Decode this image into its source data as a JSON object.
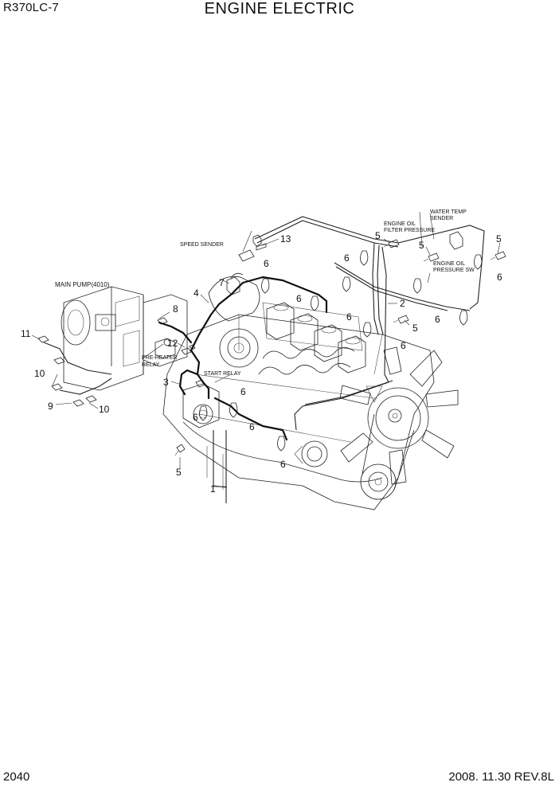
{
  "header": {
    "model": "R370LC-7",
    "title": "ENGINE ELECTRIC"
  },
  "footer": {
    "page_number": "2040",
    "revision": "2008. 11.30  REV.8L"
  },
  "labels": {
    "main_pump": "MAIN PUMP(4010)",
    "speed_sender": "SPEED SENDER",
    "engine_oil_filter_1": "ENGINE OIL",
    "engine_oil_filter_2": "FILTER PRESSURE",
    "water_temp_1": "WATER TEMP",
    "water_temp_2": "SENDER",
    "engine_oil_pressure_1": "ENGINE OIL",
    "engine_oil_pressure_2": "PRESSURE SW",
    "pre_heater_1": "PRE-HEATER",
    "pre_heater_2": "RELAY",
    "start_relay": "START RELAY"
  },
  "callouts": [
    {
      "id": "c1",
      "text": "1"
    },
    {
      "id": "c2",
      "text": "2"
    },
    {
      "id": "c3",
      "text": "3"
    },
    {
      "id": "c4",
      "text": "4"
    },
    {
      "id": "c5a",
      "text": "5"
    },
    {
      "id": "c5b",
      "text": "5"
    },
    {
      "id": "c5c",
      "text": "5"
    },
    {
      "id": "c5d",
      "text": "5"
    },
    {
      "id": "c5e",
      "text": "5"
    },
    {
      "id": "c6a",
      "text": "6"
    },
    {
      "id": "c6b",
      "text": "6"
    },
    {
      "id": "c6c",
      "text": "6"
    },
    {
      "id": "c6d",
      "text": "6"
    },
    {
      "id": "c6e",
      "text": "6"
    },
    {
      "id": "c6f",
      "text": "6"
    },
    {
      "id": "c6g",
      "text": "6"
    },
    {
      "id": "c6h",
      "text": "6"
    },
    {
      "id": "c6i",
      "text": "6"
    },
    {
      "id": "c6j",
      "text": "6"
    },
    {
      "id": "c6k",
      "text": "6"
    },
    {
      "id": "c7",
      "text": "7"
    },
    {
      "id": "c8",
      "text": "8"
    },
    {
      "id": "c9",
      "text": "9"
    },
    {
      "id": "c10a",
      "text": "10"
    },
    {
      "id": "c10b",
      "text": "10"
    },
    {
      "id": "c11",
      "text": "11"
    },
    {
      "id": "c12",
      "text": "12"
    },
    {
      "id": "c13",
      "text": "13"
    }
  ]
}
